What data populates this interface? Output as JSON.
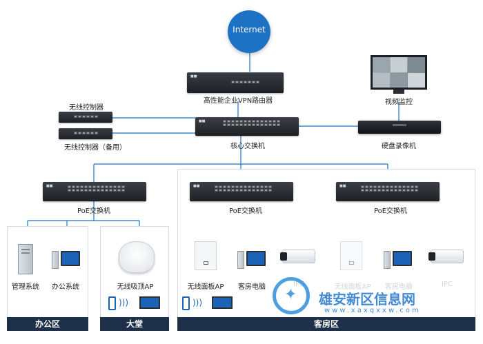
{
  "internet": {
    "label": "Internet",
    "color": "#1d72c4"
  },
  "router": {
    "label": "高性能企业VPN路由器"
  },
  "core_switch": {
    "label": "核心交换机"
  },
  "controllers": {
    "primary": "无线控制器",
    "backup": "无线控制器（备用）"
  },
  "monitor": {
    "label": "视频监控"
  },
  "nvr": {
    "label": "硬盘录像机"
  },
  "poe_switches": [
    {
      "label": "PoE交换机"
    },
    {
      "label": "PoE交换机"
    },
    {
      "label": "PoE交换机"
    }
  ],
  "office": {
    "zone_label": "办公区",
    "mgmt_system": "管理系统",
    "office_system": "办公系统"
  },
  "lobby": {
    "zone_label": "大堂",
    "ceiling_ap": "无线吸顶AP"
  },
  "guest": {
    "zone_label": "客房区",
    "panel_ap_1": "无线面板AP",
    "guest_pc_1": "客房电脑",
    "ipc_1": "IPC",
    "panel_ap_2": "无线面板AP",
    "guest_pc_2": "客房电脑",
    "ipc_2": "IPC"
  },
  "watermark": {
    "title": "雄安新区信息网",
    "url": "www.xaxqxxw.com"
  },
  "colors": {
    "line": "#1d72c4",
    "zone_footer": "#1e2f4a",
    "screen": "#1c63b7"
  }
}
